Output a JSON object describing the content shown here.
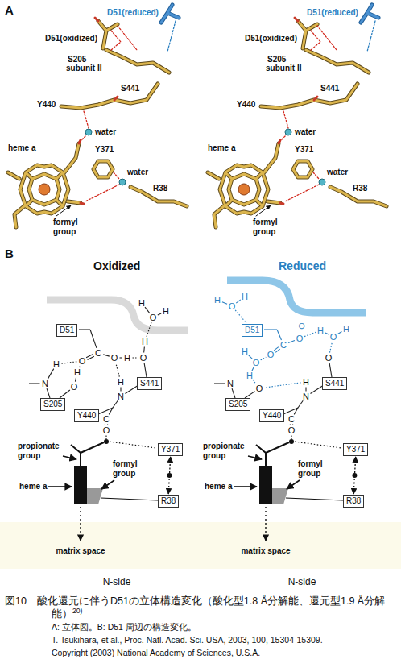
{
  "diagram": {
    "caption": "図10　酸化還元に伴うD51の立体構造変化（酸化型1.8 Å分解能、還元型1.9 Å分解能）",
    "nodes": [
      {
        "text": [
          "D51"
        ]
      },
      {
        "text": [
          "S441"
        ]
      },
      {
        "text": [
          "S205"
        ]
      },
      {
        "text": [
          "Y440"
        ]
      },
      {
        "text": [
          "Y371"
        ]
      },
      {
        "text": [
          "R38"
        ]
      },
      {
        "text": [
          "D51"
        ]
      },
      {
        "text": [
          "S441"
        ]
      },
      {
        "text": [
          "S205"
        ]
      },
      {
        "text": [
          "Y440"
        ]
      },
      {
        "text": [
          "Y371"
        ]
      },
      {
        "text": [
          "R38"
        ]
      }
    ],
    "edges": [
      {
        "from": 4,
        "to": 5,
        "arrow": "both"
      },
      {
        "from": 10,
        "to": 11,
        "arrow": "both"
      }
    ],
    "labels": [
      "A",
      "D51(reduced)",
      "D51(oxidized)",
      "S205",
      "subunit II",
      "S441",
      "Y440",
      "water",
      "heme a",
      "Y371",
      "water",
      "R38",
      "formyl group",
      "D51(reduced)",
      "D51(oxidized)",
      "S205",
      "subunit II",
      "S441",
      "Y440",
      "water",
      "heme a",
      "Y371",
      "water",
      "R38",
      "formyl group",
      "B",
      "Oxidized",
      "Reduced",
      "propionate group",
      "formyl group",
      "heme a",
      "matrix space",
      "propionate group",
      "formyl group",
      "heme a",
      "matrix space",
      "N-side",
      "N-side",
      "20)",
      "A: 立体図。B: D51 周辺の構造変化。",
      "T. Tsukihara, et al., Proc. Natl. Acad. Sci. USA, 2003, 100, 15304-15309.",
      "Copyright (2003) National Academy of Sciences, U.S.A.",
      "O",
      "C",
      "O",
      "H",
      "O",
      "H",
      "H",
      "O",
      "H",
      "H",
      "N",
      "O",
      "H",
      "H",
      "N",
      "C",
      "O",
      "N",
      "O",
      "H",
      "N",
      "C",
      "O",
      "O",
      "C",
      "O",
      "O",
      "⊖",
      "H",
      "O",
      "H",
      "H",
      "O",
      "H",
      "H",
      "O",
      "H"
    ]
  }
}
